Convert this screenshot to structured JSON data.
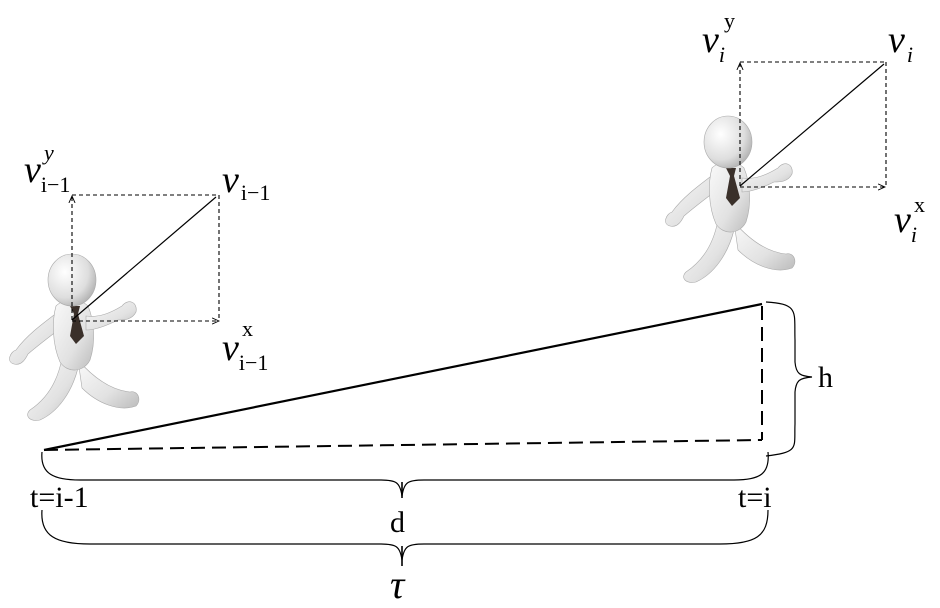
{
  "walker_prev": {
    "velocity_symbol": "v",
    "velocity_sub": "i−1",
    "vy_symbol": "v",
    "vy_sub": "i−1",
    "vy_sup": "y",
    "vx_symbol": "v",
    "vx_sub": "i−1",
    "vx_sup": "x"
  },
  "walker_curr": {
    "velocity_symbol": "v",
    "velocity_sub": "i",
    "vy_symbol": "v",
    "vy_sub": "i",
    "vy_sup": "y",
    "vx_symbol": "v",
    "vx_sub": "i",
    "vx_sup": "x"
  },
  "time_start_label": "t=i-1",
  "time_end_label": "t=i",
  "height_label": "h",
  "distance_label": "d",
  "tau_label": "τ",
  "colors": {
    "ink": "#000000",
    "figure_body": "#ececec",
    "figure_shadow": "#bdbdbd",
    "tie": "#3a302a"
  }
}
